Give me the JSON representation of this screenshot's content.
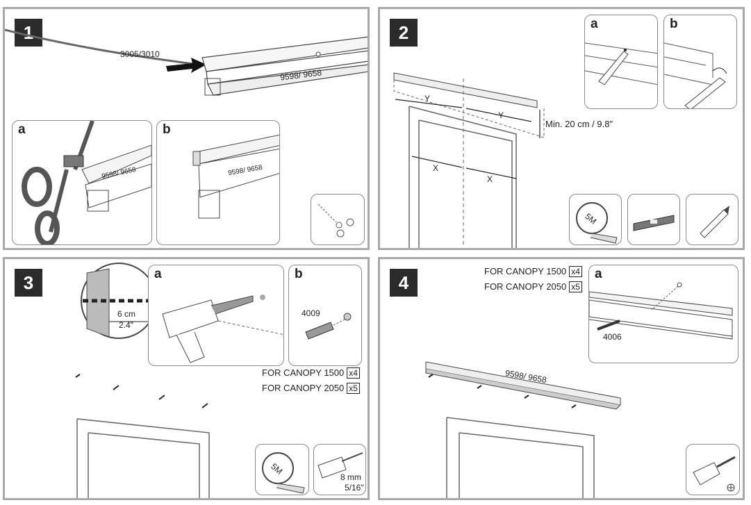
{
  "steps": [
    {
      "number": "1",
      "sub_a": "a",
      "sub_b": "b",
      "cable_label": "3005/3010",
      "profile_label": "9598/ 9658",
      "profile_label_a": "9598/ 9658",
      "profile_label_b": "9598/ 9658"
    },
    {
      "number": "2",
      "sub_a": "a",
      "sub_b": "b",
      "y_label_left": "Y",
      "y_label_right": "Y",
      "x_label_left": "X",
      "x_label_right": "X",
      "min_label": "Min. 20 cm / 9.8\""
    },
    {
      "number": "3",
      "sub_a": "a",
      "sub_b": "b",
      "depth_cm": "6 cm",
      "depth_in": "2.4\"",
      "anchor_code": "4009",
      "canopy_1500": "FOR CANOPY 1500",
      "qty_1500": "x4",
      "canopy_2050": "FOR CANOPY 2050",
      "qty_2050": "x5",
      "drill_mm": "8 mm",
      "drill_in": "5/16\""
    },
    {
      "number": "4",
      "sub_a": "a",
      "canopy_1500": "FOR CANOPY 1500",
      "qty_1500": "x4",
      "canopy_2050": "FOR CANOPY 2050",
      "qty_2050": "x5",
      "screw_code": "4006",
      "profile_label": "9598/ 9658"
    }
  ],
  "tools": {
    "tape_measure_label": "5M"
  },
  "icons": [
    "scissors-icon",
    "screws-icon",
    "tape-measure-icon",
    "spirit-level-icon",
    "pencil-icon",
    "drill-icon",
    "screwdriver-icon"
  ]
}
